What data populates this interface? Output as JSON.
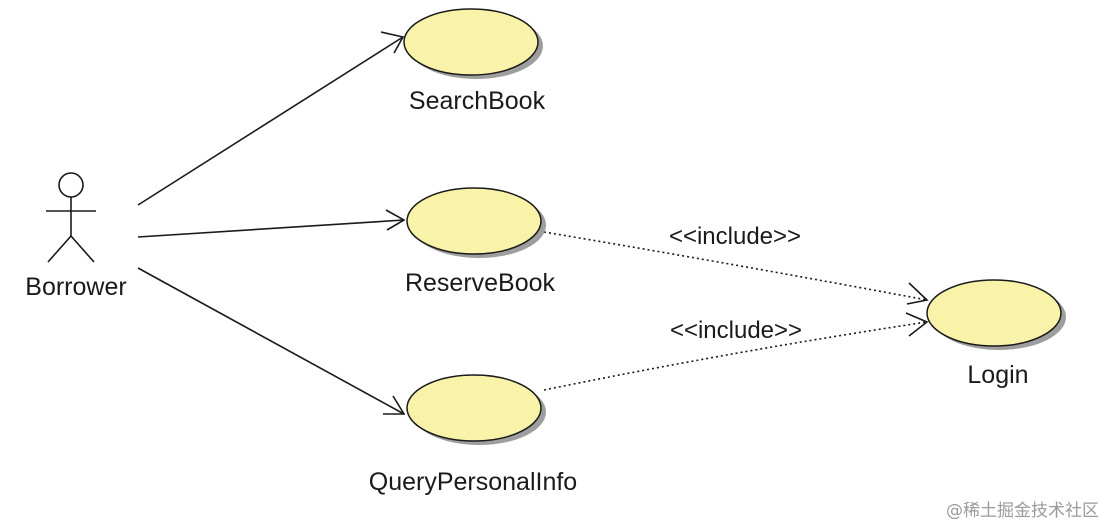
{
  "actor": {
    "name": "Borrower"
  },
  "use_cases": [
    {
      "id": "search",
      "label": "SearchBook"
    },
    {
      "id": "reserve",
      "label": "ReserveBook"
    },
    {
      "id": "query",
      "label": "QueryPersonalInfo"
    },
    {
      "id": "login",
      "label": "Login"
    }
  ],
  "relations": [
    {
      "type": "association",
      "from": "Borrower",
      "to": "SearchBook"
    },
    {
      "type": "association",
      "from": "Borrower",
      "to": "ReserveBook"
    },
    {
      "type": "association",
      "from": "Borrower",
      "to": "QueryPersonalInfo"
    },
    {
      "type": "include",
      "from": "ReserveBook",
      "to": "Login",
      "label": "<<include>>"
    },
    {
      "type": "include",
      "from": "QueryPersonalInfo",
      "to": "Login",
      "label": "<<include>>"
    }
  ],
  "colors": {
    "use_case_fill": "#f8f3a8",
    "line": "#1a1a1a"
  },
  "watermark": "@稀土掘金技术社区"
}
